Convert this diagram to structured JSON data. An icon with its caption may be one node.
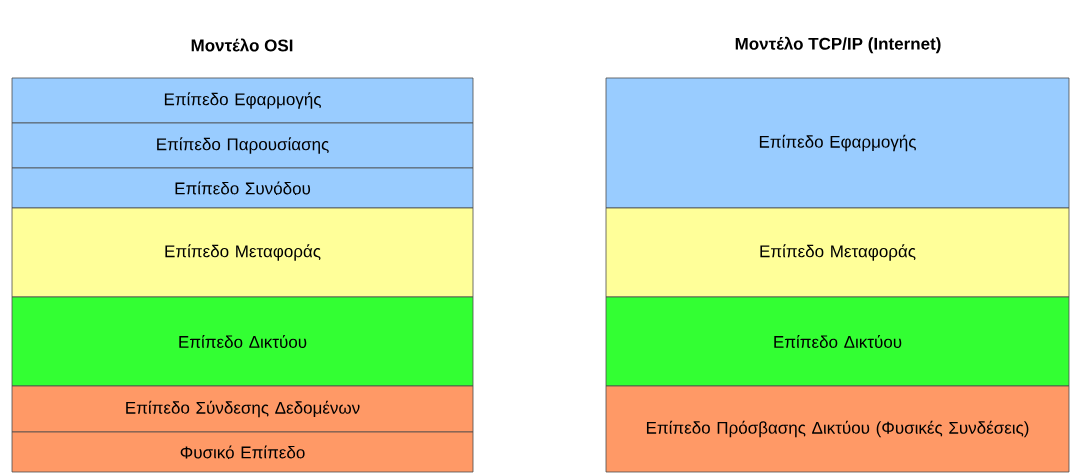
{
  "diagram": {
    "nodes": [
      {
        "text": [
          "Επίπεδο Εφαρμογής"
        ]
      },
      {
        "text": [
          "Επίπεδο Παρουσίασης"
        ]
      },
      {
        "text": [
          "Επίπεδο Συνόδου"
        ]
      },
      {
        "text": [
          "Επίπεδο Μεταφοράς"
        ]
      },
      {
        "text": [
          "Επίπεδο Δικτύου"
        ]
      },
      {
        "text": [
          "Επίπεδο Σύνδεσης Δεδομένων"
        ]
      },
      {
        "text": [
          "Φυσικό Επίπεδο"
        ]
      },
      {
        "text": [
          "Επίπεδο Εφαρμογής"
        ]
      },
      {
        "text": [
          "Επίπεδο Μεταφοράς"
        ]
      },
      {
        "text": [
          "Επίπεδο Δικτύου"
        ]
      },
      {
        "text": [
          "Επίπεδο Πρόσβασης Δικτύου (Φυσικές Συνδέσεις)"
        ]
      }
    ],
    "labels": [
      "Μοντέλο OSI",
      "Μοντέλο TCP/IP (Internet)"
    ]
  }
}
